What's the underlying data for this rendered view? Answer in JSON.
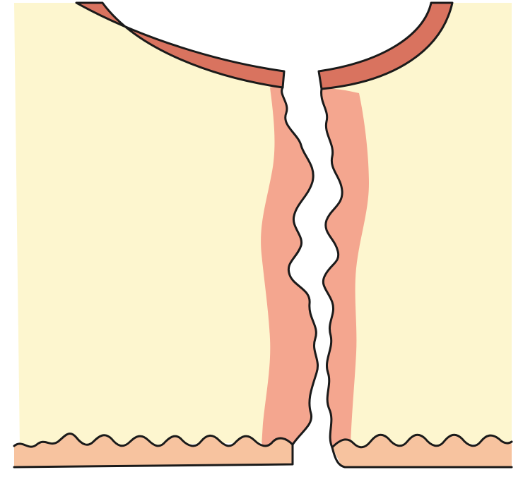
{
  "colors": {
    "background": "#ffffff",
    "tissue_fill": "#fdf6cf",
    "capsule_wall": "#d9735f",
    "inflamed_zone": "#f4a68f",
    "base_layer": "#f7c39f",
    "outline": "#1a1a1a"
  },
  "parts": [
    {
      "name": "left-tissue-block",
      "icon": "tissue-block"
    },
    {
      "name": "right-tissue-block",
      "icon": "tissue-block"
    },
    {
      "name": "rounded-chamber-wall",
      "icon": "arc-wall"
    },
    {
      "name": "jagged-fissure",
      "icon": "crack"
    },
    {
      "name": "left-inflamed-margin",
      "icon": "shaded-band"
    },
    {
      "name": "right-inflamed-margin",
      "icon": "shaded-band"
    },
    {
      "name": "left-wavy-base-layer",
      "icon": "wavy-layer"
    },
    {
      "name": "right-wavy-base-layer",
      "icon": "wavy-layer"
    }
  ]
}
